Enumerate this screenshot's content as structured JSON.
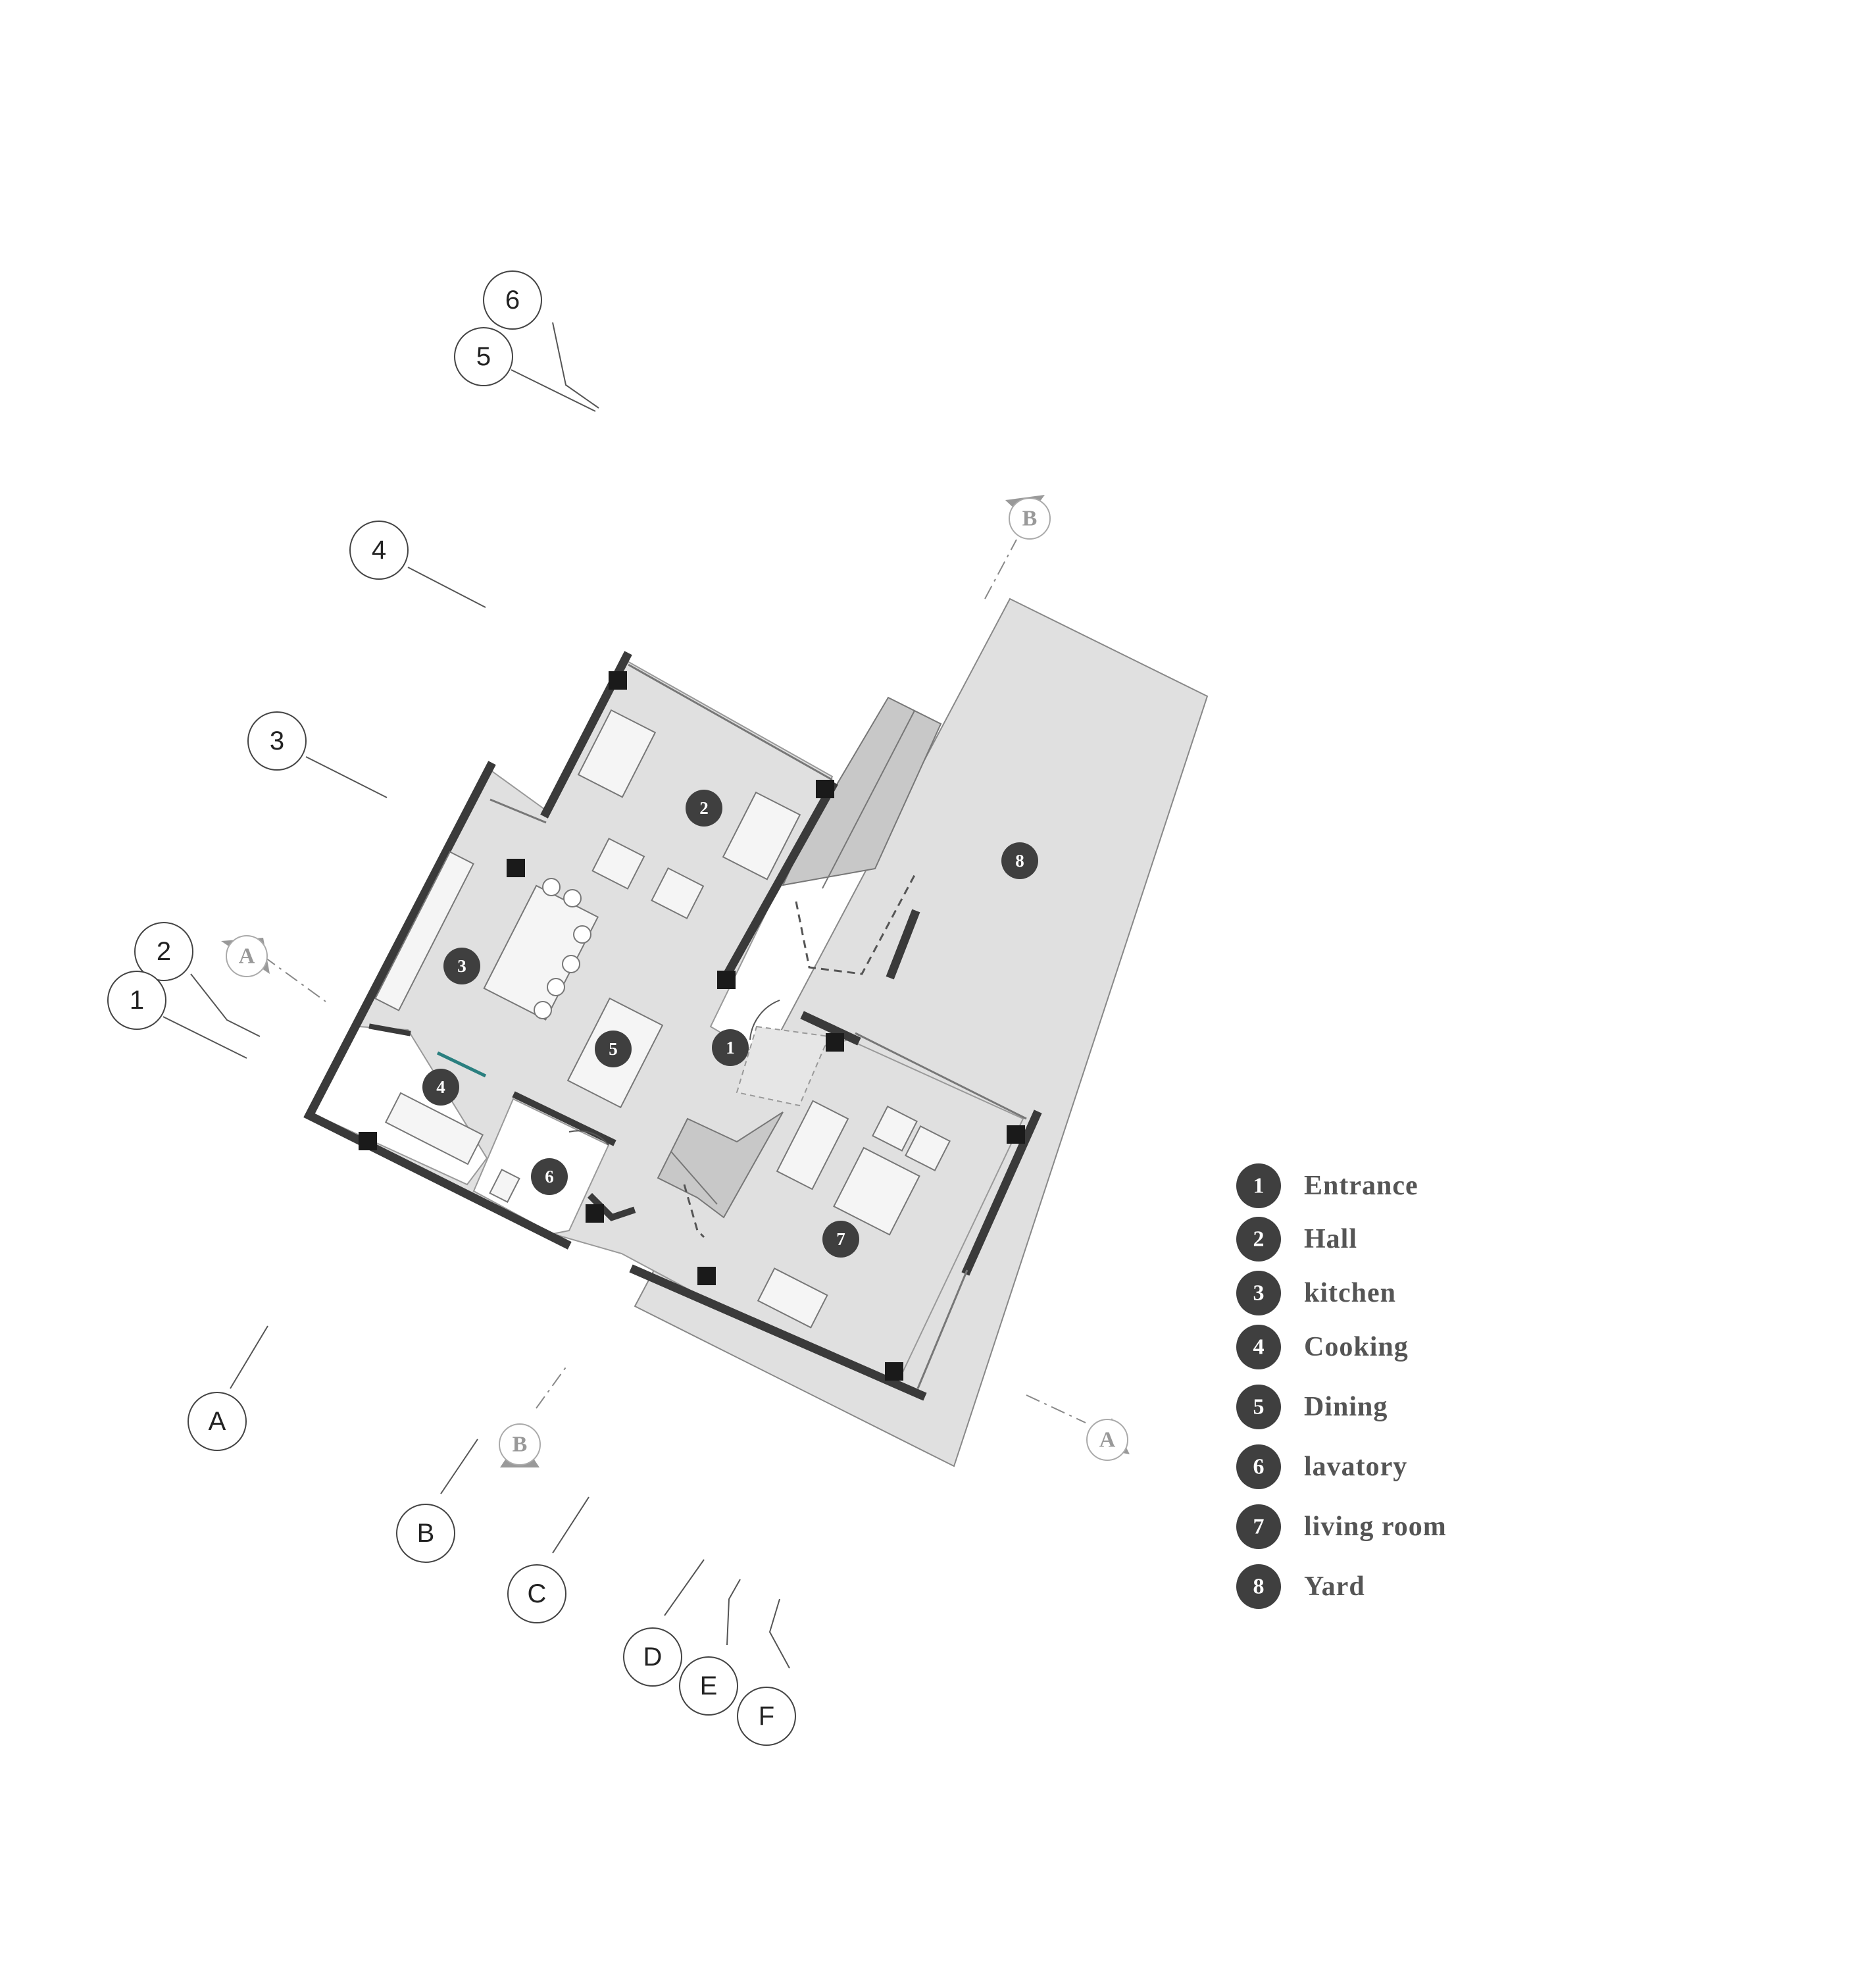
{
  "grid_bubbles": [
    {
      "id": "6",
      "label": "6"
    },
    {
      "id": "5",
      "label": "5"
    },
    {
      "id": "4",
      "label": "4"
    },
    {
      "id": "3",
      "label": "3"
    },
    {
      "id": "2",
      "label": "2"
    },
    {
      "id": "1",
      "label": "1"
    },
    {
      "id": "A",
      "label": "A"
    },
    {
      "id": "B",
      "label": "B"
    },
    {
      "id": "C",
      "label": "C"
    },
    {
      "id": "D",
      "label": "D"
    },
    {
      "id": "E",
      "label": "E"
    },
    {
      "id": "F",
      "label": "F"
    }
  ],
  "section_marks": [
    {
      "id": "B-top",
      "label": "B"
    },
    {
      "id": "A-left",
      "label": "A"
    },
    {
      "id": "B-bottom",
      "label": "B"
    },
    {
      "id": "A-right",
      "label": "A"
    }
  ],
  "room_tags": [
    "1",
    "2",
    "3",
    "4",
    "5",
    "6",
    "7",
    "8"
  ],
  "legend": [
    {
      "num": "1",
      "label": "Entrance"
    },
    {
      "num": "2",
      "label": "Hall"
    },
    {
      "num": "3",
      "label": "kitchen"
    },
    {
      "num": "4",
      "label": "Cooking"
    },
    {
      "num": "5",
      "label": "Dining"
    },
    {
      "num": "6",
      "label": "lavatory"
    },
    {
      "num": "7",
      "label": "living room"
    },
    {
      "num": "8",
      "label": "Yard"
    }
  ],
  "colors": {
    "floor": "#e0e0e0",
    "wall": "#3a3a3a",
    "tag": "#3f3f3f",
    "line": "#666666"
  }
}
